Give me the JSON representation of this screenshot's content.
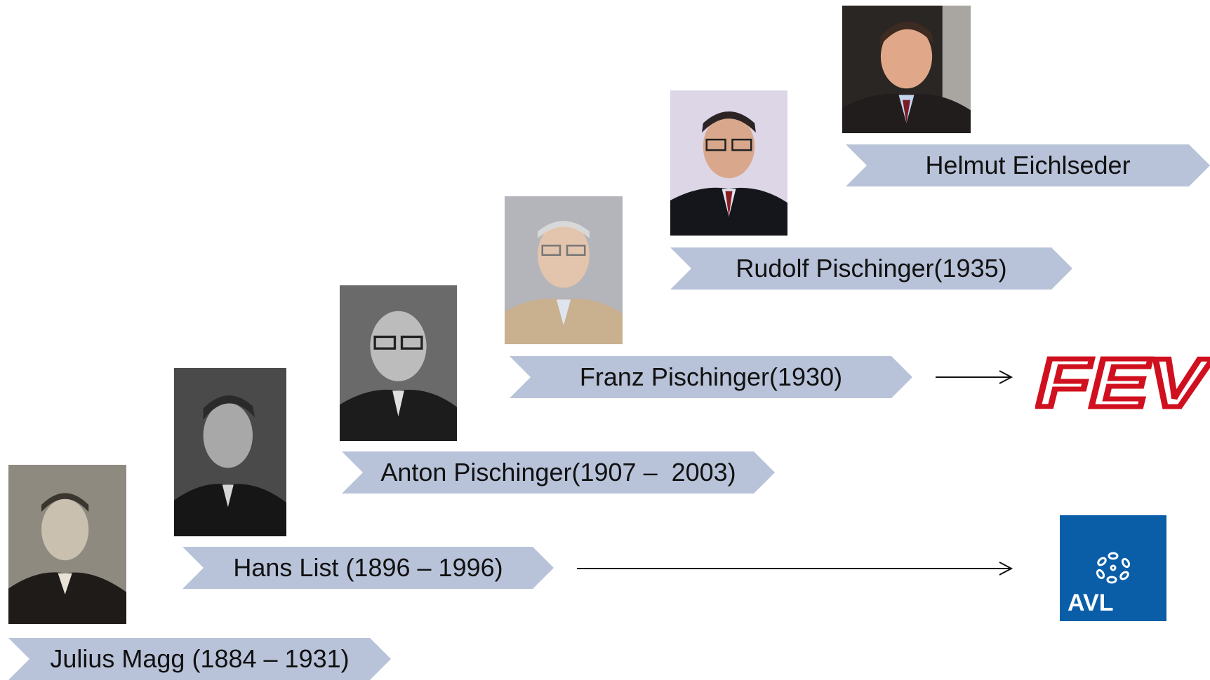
{
  "people": [
    {
      "name": "Julius Magg (1884 – 1931)"
    },
    {
      "name": "Hans List (1896 – 1996)"
    },
    {
      "name": "Anton Pischinger(1907 –  2003)"
    },
    {
      "name": "Franz Pischinger(1930)"
    },
    {
      "name": "Rudolf Pischinger(1935)"
    },
    {
      "name": "Helmut Eichlseder"
    }
  ],
  "logos": {
    "fev": {
      "text": "FEV",
      "color": "#d0101e"
    },
    "avl": {
      "text": "AVL",
      "color": "#0a5ea8"
    }
  },
  "colors": {
    "banner": "#b8c3d9",
    "arrow": "#111111"
  }
}
